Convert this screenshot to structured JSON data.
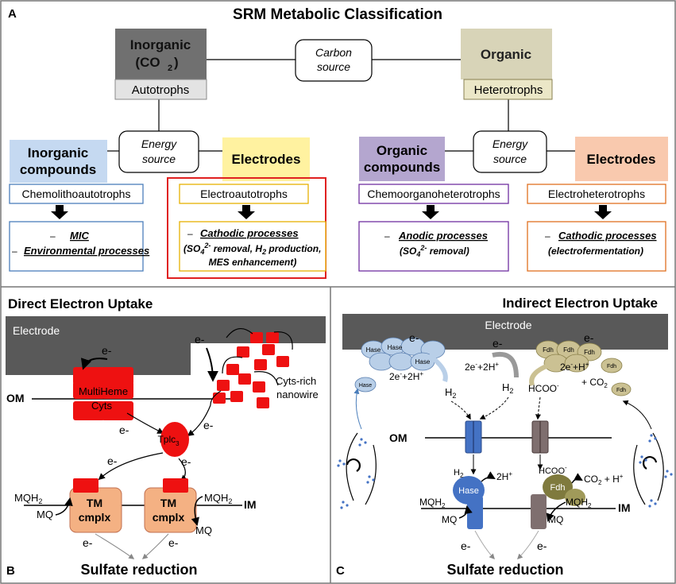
{
  "panel_a": {
    "letter": "A",
    "title": "SRM Metabolic Classification",
    "inorganic_line1": "Inorganic",
    "inorganic_line2": "(CO",
    "inorganic_sub": "2",
    "inorganic_close": ")",
    "autotrophs": "Autotrophs",
    "carbon_source_1": "Carbon",
    "carbon_source_2": "source",
    "organic": "Organic",
    "heterotrophs": "Heterotrophs",
    "energy_source_1": "Energy",
    "energy_source_2": "source",
    "inorganic_compounds_1": "Inorganic",
    "inorganic_compounds_2": "compounds",
    "electrodes": "Electrodes",
    "organic_compounds_1": "Organic",
    "organic_compounds_2": "compounds",
    "chemolithoautotrophs": "Chemolithoautotrophs",
    "electroautotrophs": "Electroautotrophs",
    "chemoorganoheterotrophs": "Chemoorganoheterotrophs",
    "electroheterotrophs": "Electroheterotrophs",
    "dash": "–",
    "mic": "MIC",
    "environmental": "Environmental processes",
    "cathodic": "Cathodic processes",
    "cathodic_sub1_a": "(SO",
    "sub4": "4",
    "sup2": "2-",
    "cathodic_sub1_b": " removal, H",
    "sub2": "2",
    "cathodic_sub1_c": " production,",
    "cathodic_sub2": "MES enhancement)",
    "anodic": "Anodic processes",
    "anodic_sub_a": "(SO",
    "anodic_sub_b": " removal)",
    "cathodic2": "Cathodic processes",
    "electroferm": "(electrofermentation)"
  },
  "panel_b": {
    "letter": "B",
    "title": "Direct Electron Uptake",
    "electrode": "Electrode",
    "e": "e-",
    "om": "OM",
    "im": "IM",
    "multiheme_1": "MultiHeme",
    "multiheme_2": "Cyts",
    "nanowire_1": "Cyts-rich",
    "nanowire_2": "nanowire",
    "tplc": "Tplc",
    "tplc_sub": "3",
    "mqh2": "MQH",
    "mqh2_sub": "2",
    "mq": "MQ",
    "tm_1": "TM",
    "tm_2": "cmplx",
    "sulfate": "Sulfate reduction"
  },
  "panel_c": {
    "letter": "C",
    "title": "Indirect Electron Uptake",
    "electrode": "Electrode",
    "e": "e-",
    "hase": "Hase",
    "fdh": "Fdh",
    "two_e": "2e",
    "sup_minus": "-",
    "plus_2h": "+2H",
    "sup_plus": "+",
    "plus_h": "+H",
    "h2": "H",
    "sub2": "2",
    "hcoo": "HCOO",
    "co2": "+ CO",
    "om": "OM",
    "im": "IM",
    "two_h": "2H",
    "co2_h": "CO",
    "co2_h_b": " + H",
    "mqh2": "MQH",
    "mq": "MQ",
    "sulfate": "Sulfate reduction"
  },
  "colors": {
    "inorganic_box": "#707070",
    "autotrophs_box": "#e3e3e3",
    "organic_box": "#d8d4b8",
    "heterotrophs_box": "#ebe7c7",
    "inorganic_compounds": "#c5d9f1",
    "electrodes_yellow": "#fff2a0",
    "organic_compounds": "#b4a6cf",
    "electrodes_peach": "#f9c9ae",
    "chemolitho_border": "#4a7ebb",
    "electroauto_border": "#e6b000",
    "red_frame": "#e02020",
    "chemoorgano_border": "#7030a0",
    "electrohetero_border": "#e07020",
    "electrode": "#595959",
    "cytochrome": "#ee1111",
    "tm_complex": "#f4b183",
    "hase_light": "#b9cfe8",
    "hase_membrane": "#4472c4",
    "fdh_light": "#cbc193",
    "fdh_membrane": "#7f7a3e",
    "channel_grey": "#7f6f6f"
  }
}
